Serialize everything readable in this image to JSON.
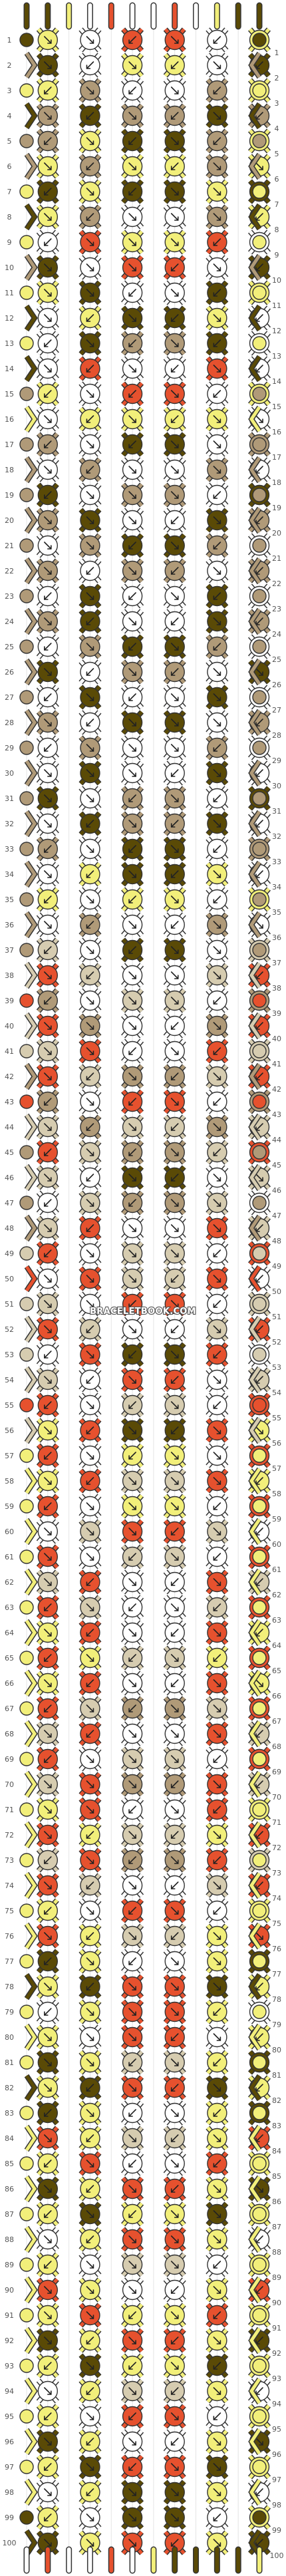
{
  "watermark": "BRACELETBOOK.COM",
  "row_labels": [
    "1",
    "2",
    "3",
    "4",
    "5",
    "6",
    "7",
    "8",
    "9",
    "10",
    "11",
    "12",
    "13",
    "14",
    "15",
    "16",
    "17",
    "18",
    "19",
    "20",
    "21",
    "22",
    "23",
    "24",
    "25",
    "26",
    "27",
    "28",
    "29",
    "30",
    "31",
    "32",
    "33",
    "34",
    "35",
    "36",
    "37",
    "38",
    "39",
    "40",
    "41",
    "42",
    "43",
    "44",
    "45",
    "46",
    "47",
    "48",
    "49",
    "50",
    "51",
    "52",
    "53",
    "54",
    "55",
    "56",
    "57",
    "58",
    "59",
    "60",
    "61",
    "62",
    "63",
    "64",
    "65",
    "66",
    "67",
    "68",
    "69",
    "70",
    "71",
    "72",
    "73",
    "74",
    "75",
    "76",
    "77",
    "78",
    "79",
    "80",
    "81",
    "82",
    "83",
    "84",
    "85",
    "86",
    "87",
    "88",
    "89",
    "90",
    "91",
    "92",
    "93",
    "94",
    "95",
    "96",
    "97",
    "98",
    "99",
    "100"
  ],
  "colors": {
    "A": "#5a4a06",
    "B": "#f2ef7a",
    "C": "#e6512e",
    "D": "#ffffff",
    "E": "#b09a78",
    "F": "#d6ccb0"
  },
  "strings_top": [
    "A",
    "A",
    "B",
    "D",
    "C",
    "D",
    "D",
    "C",
    "D",
    "B",
    "A",
    "A"
  ],
  "knot_rows": [
    "BDCCDB",
    "ADBBDA",
    "BEDDEB",
    "EAEEAE",
    "EBAAEB",
    "BEBBEB",
    "ABAABA",
    "BEDDEB",
    "DCBBCD",
    "ADCCDA",
    "BADDAB",
    "DBAABD",
    "DAEEAD",
    "DCDDCD",
    "BDCCDB",
    "DBBBBD",
    "EDAADE",
    "DEDDED",
    "ADEEDA",
    "EADDAE",
    "DEAAED",
    "EDEEDE",
    "DADDAD",
    "EADDAE",
    "DEAAED",
    "ADEEDA",
    "DADDAD",
    "EDAADE",
    "DEDDED",
    "DADDAD",
    "ADEEDA",
    "DAEEAD",
    "EDAADE",
    "DBAABD",
    "BDBBDB",
    "DEDDED",
    "FDAADF",
    "CFDDFC",
    "EDFFDE",
    "CEDDEC",
    "FCDDCF",
    "CFEEFC",
    "EDCCDE",
    "FEFFEF",
    "CFEEFC",
    "FDAADF",
    "DFEEFD",
    "FCDDCF",
    "CDFFDC",
    "DCFFCD",
    "FDCCDF",
    "CFDDFC",
    "DCAACD",
    "FDCCDF",
    "CDFFDC",
    "BCAACB",
    "CDBBDC",
    "BCFFCB",
    "CDBBDC",
    "DFCCFD",
    "CDFFDC",
    "FCDDCF",
    "CFDDFC",
    "BCDDCB",
    "CBFFBC",
    "BCDDCB",
    "CFEEFC",
    "FCDDCF",
    "CDFFDC",
    "FCEECF",
    "BCDDCB",
    "CBFFBC",
    "FCEECF",
    "CFDDFC",
    "BDCCDB",
    "CBFFBC",
    "ABDDBA",
    "BACCAB",
    "DBCCBD",
    "BDCCDB",
    "ABFFBA",
    "BACCAB",
    "ABDDBA",
    "CBFFBC",
    "BCDDCB",
    "ABCCBA",
    "BABBAB",
    "DBCCBD",
    "BDFFDB",
    "CBDDBC",
    "BCBBCB",
    "ABCCBA",
    "BABBAB",
    "DBFFBD",
    "BDCCDB",
    "ABDDBA",
    "BACCAB",
    "DBAABD",
    "BDAADB",
    "ABCCBA"
  ],
  "edge_rows": [
    "AA",
    "EE",
    "BB",
    "AA",
    "EE",
    "EE",
    "BB",
    "AA",
    "BB",
    "EE",
    "BB",
    "AA",
    "BB",
    "AA",
    "EE",
    "BB",
    "EE",
    "EE",
    "EE",
    "EE",
    "EE",
    "EE",
    "EE",
    "EE",
    "EE",
    "EE",
    "EE",
    "EE",
    "EE",
    "EE",
    "EE",
    "EE",
    "EE",
    "EE",
    "EE",
    "EE",
    "EE",
    "FF",
    "CC",
    "FF",
    "FF",
    "EE",
    "CC",
    "FF",
    "EE",
    "FF",
    "EE",
    "EE",
    "FF",
    "CC",
    "FF",
    "FF",
    "FF",
    "FF",
    "CC",
    "FF",
    "BB",
    "BB",
    "BB",
    "BB",
    "BB",
    "BB",
    "BB",
    "BB",
    "BB",
    "BB",
    "BB",
    "BB",
    "BB",
    "BB",
    "BB",
    "BB",
    "BB",
    "BB",
    "BB",
    "BB",
    "BB",
    "AA",
    "BB",
    "BB",
    "BB",
    "AA",
    "BB",
    "BB",
    "BB",
    "BB",
    "BB",
    "BB",
    "BB",
    "BB",
    "BB",
    "BB",
    "BB",
    "BB",
    "BB",
    "BB",
    "BB",
    "BB",
    "AA",
    "AA"
  ],
  "arrows": [
    "b",
    "b",
    "f",
    "b",
    "f",
    "b",
    "f",
    "b",
    "f",
    "b"
  ]
}
